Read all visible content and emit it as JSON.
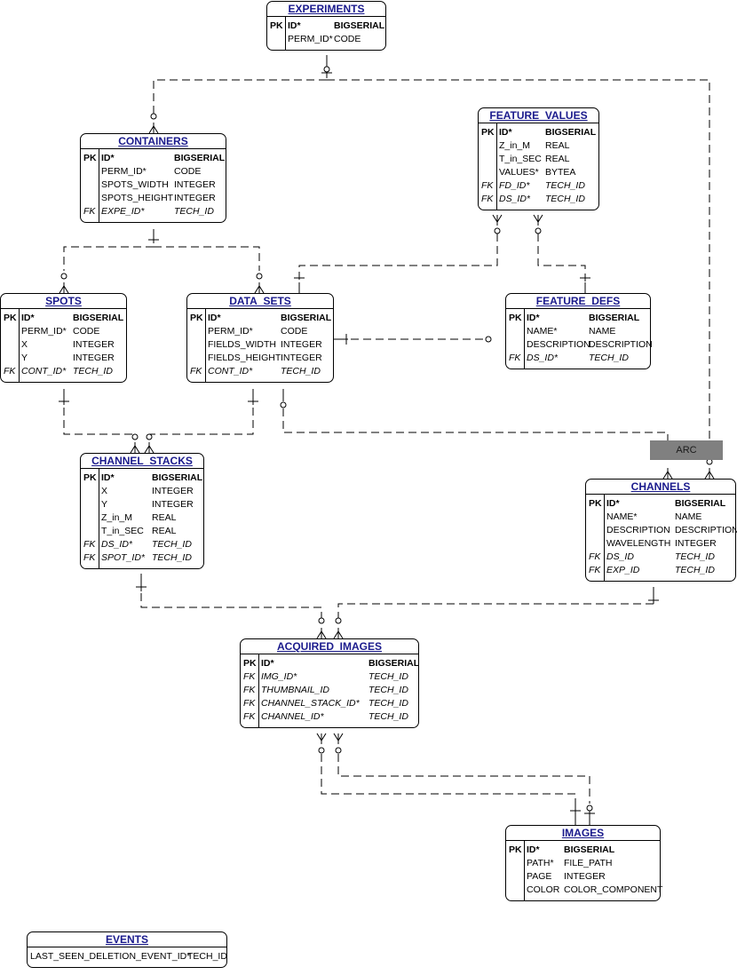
{
  "arc_label": "ARC",
  "entities": {
    "experiments": {
      "name": "EXPERIMENTS",
      "columns": [
        {
          "key": "PK",
          "name": "ID*",
          "type": "BIGSERIAL"
        },
        {
          "key": "",
          "name": "PERM_ID*",
          "type": "CODE"
        }
      ]
    },
    "containers": {
      "name": "CONTAINERS",
      "columns": [
        {
          "key": "PK",
          "name": "ID*",
          "type": "BIGSERIAL"
        },
        {
          "key": "",
          "name": "PERM_ID*",
          "type": "CODE"
        },
        {
          "key": "",
          "name": "SPOTS_WIDTH",
          "type": "INTEGER"
        },
        {
          "key": "",
          "name": "SPOTS_HEIGHT",
          "type": "INTEGER"
        },
        {
          "key": "FK",
          "name": "EXPE_ID*",
          "type": "TECH_ID"
        }
      ]
    },
    "feature_values": {
      "name": "FEATURE_VALUES",
      "columns": [
        {
          "key": "PK",
          "name": "ID*",
          "type": "BIGSERIAL"
        },
        {
          "key": "",
          "name": "Z_in_M",
          "type": "REAL"
        },
        {
          "key": "",
          "name": "T_in_SEC",
          "type": "REAL"
        },
        {
          "key": "",
          "name": "VALUES*",
          "type": "BYTEA"
        },
        {
          "key": "FK",
          "name": "FD_ID*",
          "type": "TECH_ID"
        },
        {
          "key": "FK",
          "name": "DS_ID*",
          "type": "TECH_ID"
        }
      ]
    },
    "spots": {
      "name": "SPOTS",
      "columns": [
        {
          "key": "PK",
          "name": "ID*",
          "type": "BIGSERIAL"
        },
        {
          "key": "",
          "name": "PERM_ID*",
          "type": "CODE"
        },
        {
          "key": "",
          "name": "X",
          "type": "INTEGER"
        },
        {
          "key": "",
          "name": "Y",
          "type": "INTEGER"
        },
        {
          "key": "FK",
          "name": "CONT_ID*",
          "type": "TECH_ID"
        }
      ]
    },
    "data_sets": {
      "name": "DATA_SETS",
      "columns": [
        {
          "key": "PK",
          "name": "ID*",
          "type": "BIGSERIAL"
        },
        {
          "key": "",
          "name": "PERM_ID*",
          "type": "CODE"
        },
        {
          "key": "",
          "name": "FIELDS_WIDTH",
          "type": "INTEGER"
        },
        {
          "key": "",
          "name": "FIELDS_HEIGHT",
          "type": "INTEGER"
        },
        {
          "key": "FK",
          "name": "CONT_ID*",
          "type": "TECH_ID"
        }
      ]
    },
    "feature_defs": {
      "name": "FEATURE_DEFS",
      "columns": [
        {
          "key": "PK",
          "name": "ID*",
          "type": "BIGSERIAL"
        },
        {
          "key": "",
          "name": "NAME*",
          "type": "NAME"
        },
        {
          "key": "",
          "name": "DESCRIPTION",
          "type": "DESCRIPTION"
        },
        {
          "key": "FK",
          "name": "DS_ID*",
          "type": "TECH_ID"
        }
      ]
    },
    "channel_stacks": {
      "name": "CHANNEL_STACKS",
      "columns": [
        {
          "key": "PK",
          "name": "ID*",
          "type": "BIGSERIAL"
        },
        {
          "key": "",
          "name": "X",
          "type": "INTEGER"
        },
        {
          "key": "",
          "name": "Y",
          "type": "INTEGER"
        },
        {
          "key": "",
          "name": "Z_in_M",
          "type": "REAL"
        },
        {
          "key": "",
          "name": "T_in_SEC",
          "type": "REAL"
        },
        {
          "key": "FK",
          "name": "DS_ID*",
          "type": "TECH_ID"
        },
        {
          "key": "FK",
          "name": "SPOT_ID*",
          "type": "TECH_ID"
        }
      ]
    },
    "channels": {
      "name": "CHANNELS",
      "columns": [
        {
          "key": "PK",
          "name": "ID*",
          "type": "BIGSERIAL"
        },
        {
          "key": "",
          "name": "NAME*",
          "type": "NAME"
        },
        {
          "key": "",
          "name": "DESCRIPTION",
          "type": "DESCRIPTION"
        },
        {
          "key": "",
          "name": "WAVELENGTH",
          "type": "INTEGER"
        },
        {
          "key": "FK",
          "name": "DS_ID",
          "type": "TECH_ID"
        },
        {
          "key": "FK",
          "name": "EXP_ID",
          "type": "TECH_ID"
        }
      ]
    },
    "acquired_images": {
      "name": "ACQUIRED_IMAGES",
      "columns": [
        {
          "key": "PK",
          "name": "ID*",
          "type": "BIGSERIAL"
        },
        {
          "key": "FK",
          "name": "IMG_ID*",
          "type": "TECH_ID"
        },
        {
          "key": "FK",
          "name": "THUMBNAIL_ID",
          "type": "TECH_ID"
        },
        {
          "key": "FK",
          "name": "CHANNEL_STACK_ID*",
          "type": "TECH_ID"
        },
        {
          "key": "FK",
          "name": "CHANNEL_ID*",
          "type": "TECH_ID"
        }
      ]
    },
    "images": {
      "name": "IMAGES",
      "columns": [
        {
          "key": "PK",
          "name": "ID*",
          "type": "BIGSERIAL"
        },
        {
          "key": "",
          "name": "PATH*",
          "type": "FILE_PATH"
        },
        {
          "key": "",
          "name": "PAGE",
          "type": "INTEGER"
        },
        {
          "key": "",
          "name": "COLOR",
          "type": "COLOR_COMPONENT"
        }
      ]
    },
    "events": {
      "name": "EVENTS",
      "columns": [
        {
          "key": "",
          "name": "LAST_SEEN_DELETION_EVENT_ID*",
          "type": "TECH_ID"
        }
      ]
    }
  }
}
